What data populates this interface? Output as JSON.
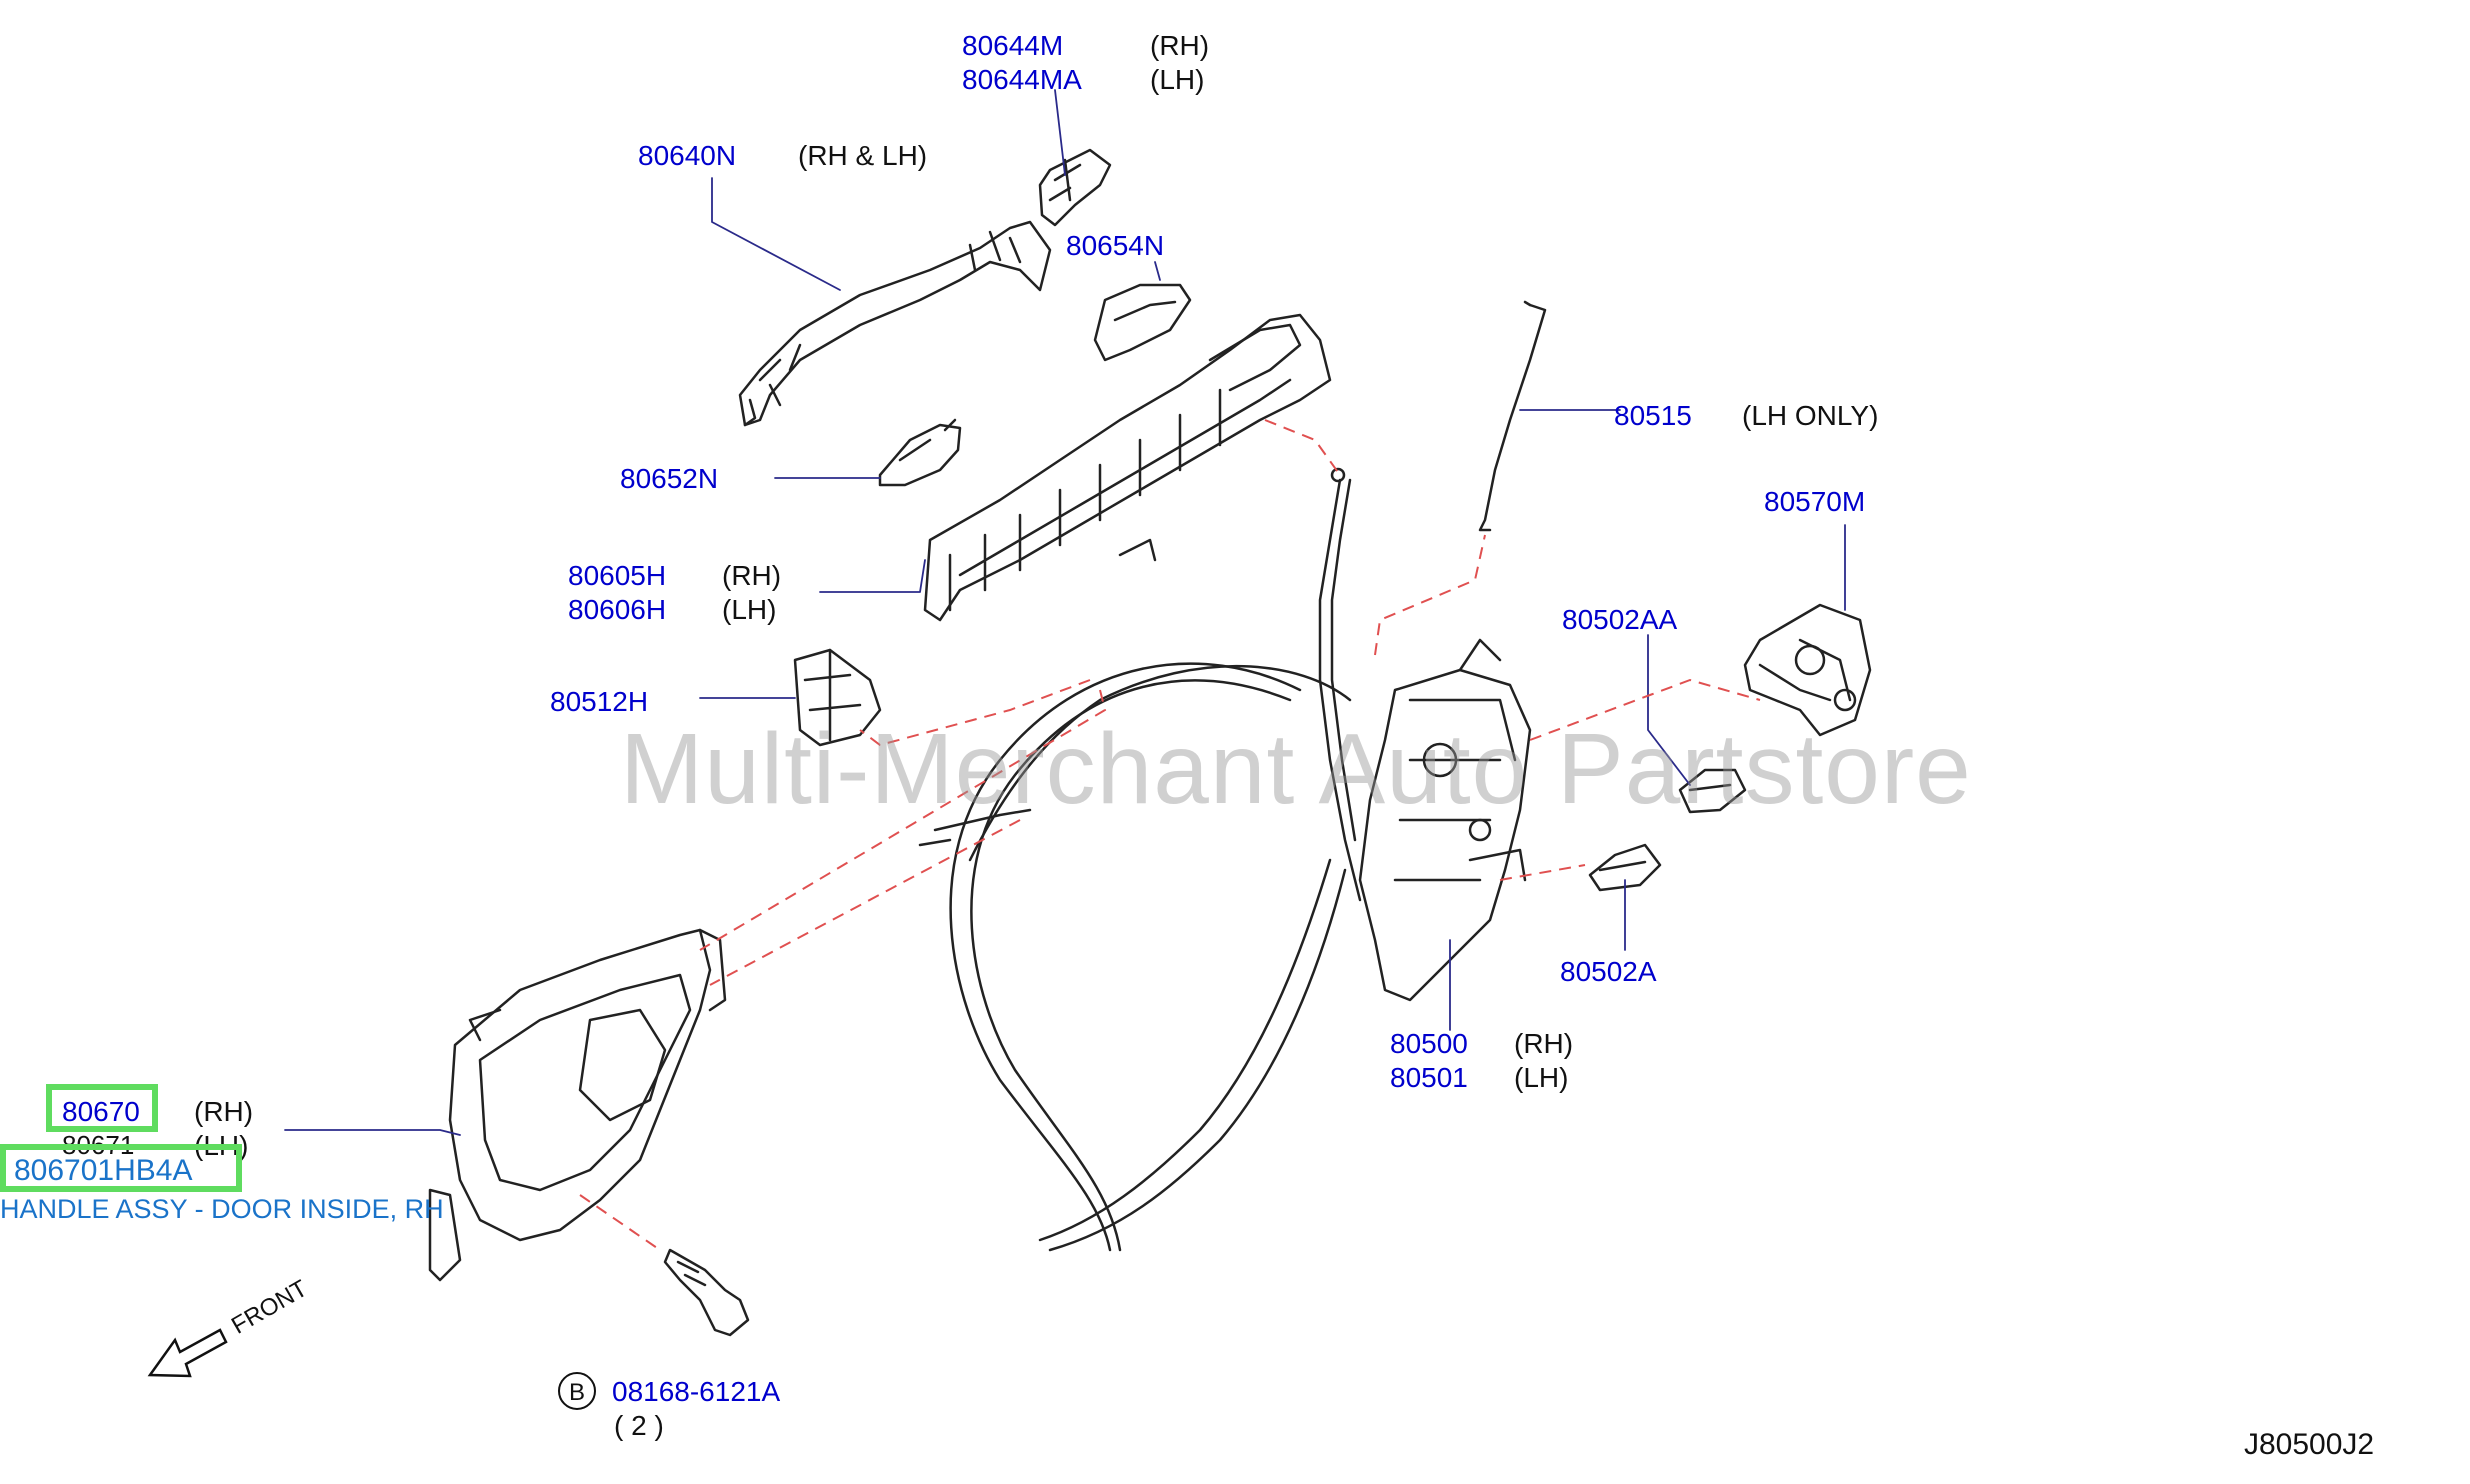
{
  "diagram_code": "J80500J2",
  "watermark": "Multi-Merchant Auto Partstore",
  "front_label": "FRONT",
  "bolt_marker": "B",
  "colors": {
    "label": "#0000cc",
    "highlight": "#5fdc5f",
    "dash": "#e05050",
    "line": "#222222"
  },
  "parts": {
    "p80644m": {
      "num": "80644M",
      "side": "(RH)"
    },
    "p80644ma": {
      "num": "80644MA",
      "side": "(LH)"
    },
    "p80640n": {
      "num": "80640N",
      "side": "(RH  &  LH)"
    },
    "p80654n": {
      "num": "80654N"
    },
    "p80515": {
      "num": "80515",
      "side": "(LH   ONLY)"
    },
    "p80652n": {
      "num": "80652N"
    },
    "p80570m": {
      "num": "80570M"
    },
    "p80605h": {
      "num": "80605H",
      "side": "(RH)"
    },
    "p80606h": {
      "num": "80606H",
      "side": "(LH)"
    },
    "p80502aa": {
      "num": "80502AA"
    },
    "p80512h": {
      "num": "80512H"
    },
    "p80502a": {
      "num": "80502A"
    },
    "p80500": {
      "num": "80500",
      "side": "(RH)"
    },
    "p80501": {
      "num": "80501",
      "side": "(LH)"
    },
    "p80670": {
      "num": "80670",
      "side": "(RH)"
    },
    "p80671": {
      "num": "80671",
      "side": "(LH)"
    },
    "p806701hb4a": {
      "num": "806701HB4A",
      "desc": "HANDLE ASSY - DOOR INSIDE, RH"
    },
    "p08168": {
      "num": "08168-6121A",
      "qty": "( 2 )"
    }
  }
}
